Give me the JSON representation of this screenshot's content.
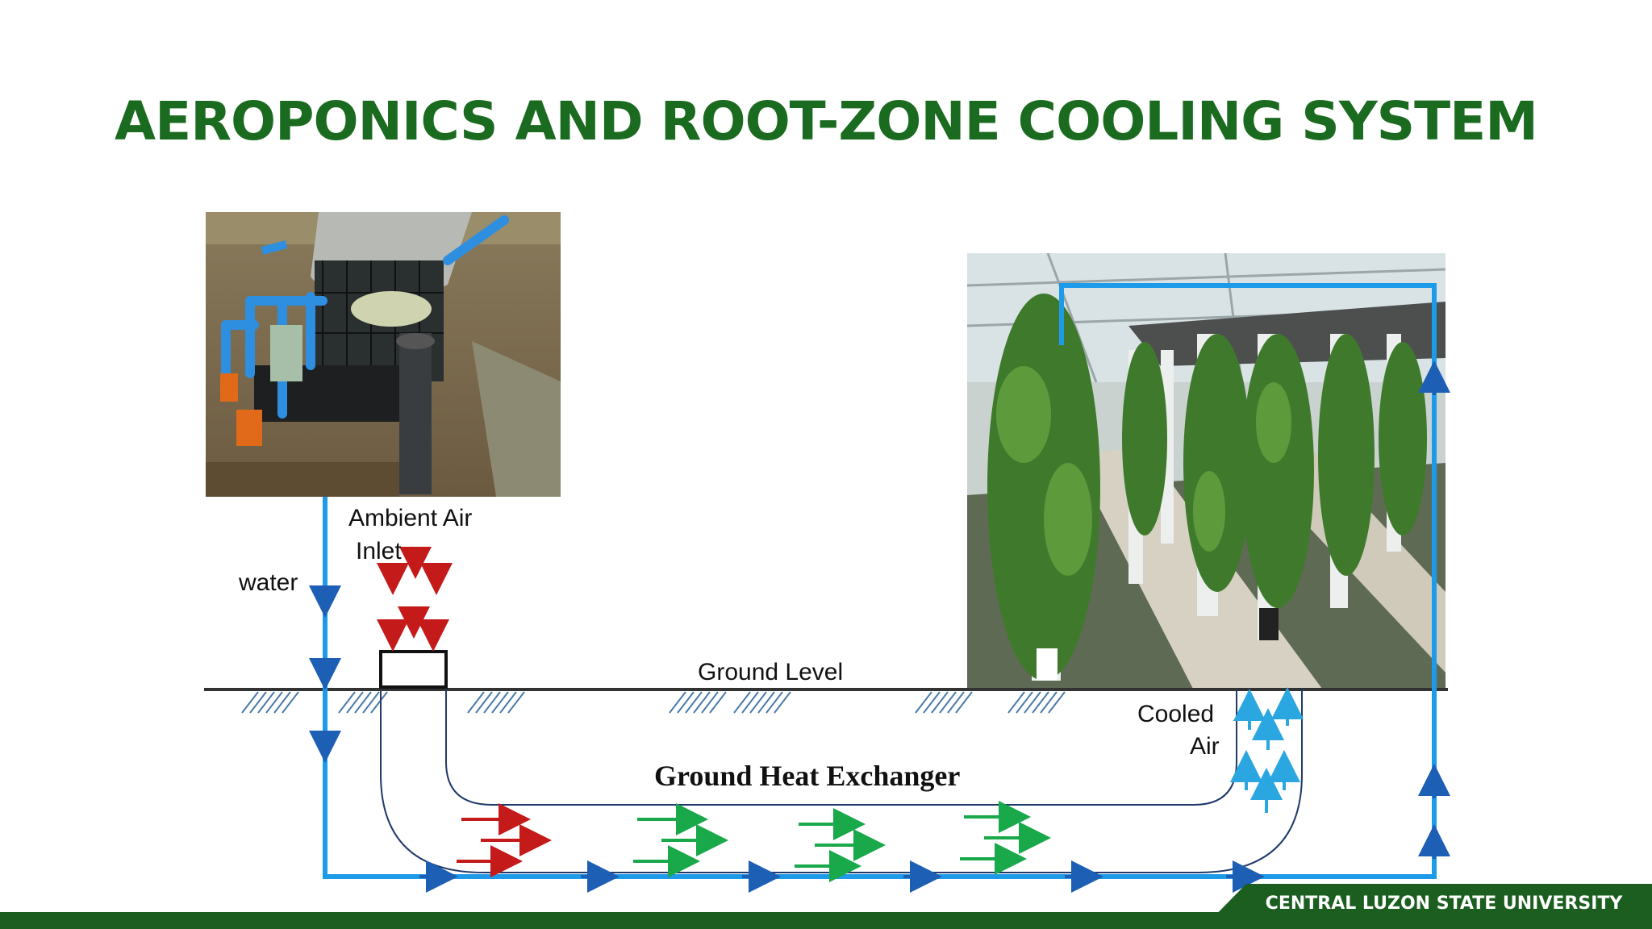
{
  "slide": {
    "title": "AEROPONICS AND ROOT-ZONE COOLING SYSTEM"
  },
  "diagram": {
    "labels": {
      "water": "water",
      "ambient_air_line1": "Ambient Air",
      "ambient_air_line2": "Inlet",
      "ground_level": "Ground Level",
      "cooled_line1": "Cooled",
      "cooled_line2": "Air",
      "heat_exchanger": "Ground Heat Exchanger"
    },
    "colors": {
      "water_pipe": "#1e9be8",
      "hot_air": "#c41a1a",
      "cool_air": "#19a84a",
      "cooled_air": "#2aa6e0",
      "water_flow_arrow": "#1c5fb5",
      "pipe_outline": "#1f3a6b"
    },
    "photos": {
      "left": "aeroponics-pump-photo",
      "right": "aeroponic-tower-greenhouse-photo"
    }
  },
  "footer": {
    "org": "CENTRAL LUZON STATE UNIVERSITY",
    "color": "#1b5e20"
  }
}
